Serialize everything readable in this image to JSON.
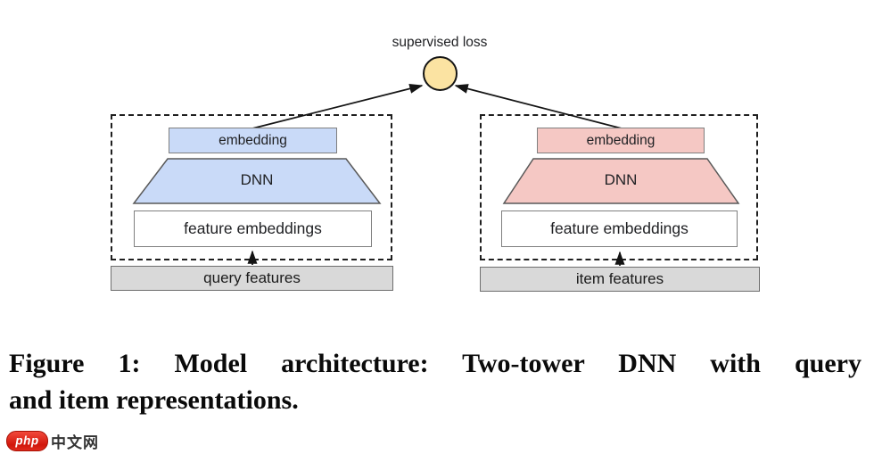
{
  "figure": {
    "loss_label": "supervised loss",
    "towers": [
      {
        "id": "query",
        "embedding_label": "embedding",
        "dnn_label": "DNN",
        "features_label": "feature embeddings",
        "input_label": "query features",
        "fill_color": "#c9daf8"
      },
      {
        "id": "item",
        "embedding_label": "embedding",
        "dnn_label": "DNN",
        "features_label": "feature embeddings",
        "input_label": "item features",
        "fill_color": "#f5c8c4"
      }
    ],
    "colors": {
      "loss_node_fill": "#fbe3a2",
      "query_tower_fill": "#c9daf8",
      "item_tower_fill": "#f5c8c4",
      "input_bar_fill": "#d9d9d9"
    }
  },
  "caption": {
    "line1": "Figure 1: Model architecture: Two-tower DNN with query",
    "line2": "and item representations."
  },
  "watermark": {
    "logo_text": "php",
    "site_text": "中文网"
  }
}
